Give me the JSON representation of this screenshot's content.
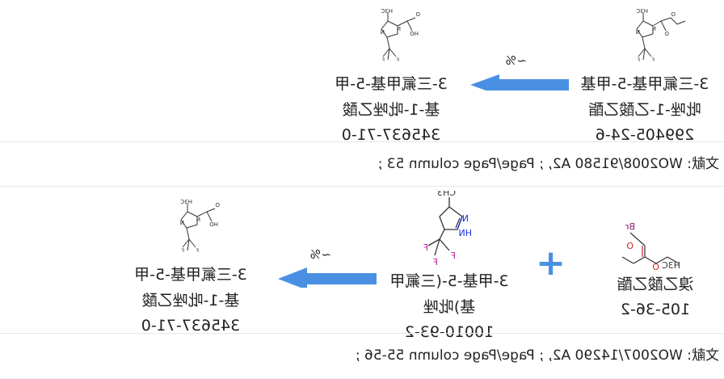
{
  "reaction_1": {
    "reactant": {
      "name_line1": "3-三氟甲基-5-甲基",
      "name_line2": "吡唑-1-乙酸乙酯",
      "cas": "299405-24-6"
    },
    "yield": "~%",
    "product": {
      "name_line1": "3-三氟甲基-5-甲",
      "name_line2": "基-1-吡唑乙酸",
      "cas": "345637-71-0"
    },
    "source_label": "文献:",
    "source_text": "WO2008/91580 A2, ; Page/Page column 53 ;"
  },
  "reaction_2": {
    "reactant_a": {
      "name_line1": "溴乙酸乙酯",
      "cas": "105-36-2"
    },
    "plus": "+",
    "reactant_b": {
      "name_line1": "3-甲基-5-(三氟甲",
      "name_line2": "基)吡唑",
      "cas": "10010-93-2"
    },
    "yield": "~%",
    "product": {
      "name_line1": "3-三氟甲基-5-甲",
      "name_line2": "基-1-吡唑乙酸",
      "cas": "345637-71-0"
    },
    "source_label": "文献:",
    "source_text": "WO2007/14290 A2, ; Page/Page column 55-56 ;"
  },
  "atoms": {
    "h3c": "H3C",
    "ch3": "CH3",
    "o": "O",
    "ho": "HO",
    "oh": "OH",
    "n": "N",
    "hn": "HN",
    "f": "F",
    "br": "Br"
  },
  "colors": {
    "arrow": "#4a90e2",
    "plus": "#4a90e2",
    "nitrogen": "#1a2fd6",
    "fluorine": "#b4229a",
    "oxygen": "#d62020",
    "bromine": "#8b1a6b",
    "divider": "#e4e8ef"
  }
}
